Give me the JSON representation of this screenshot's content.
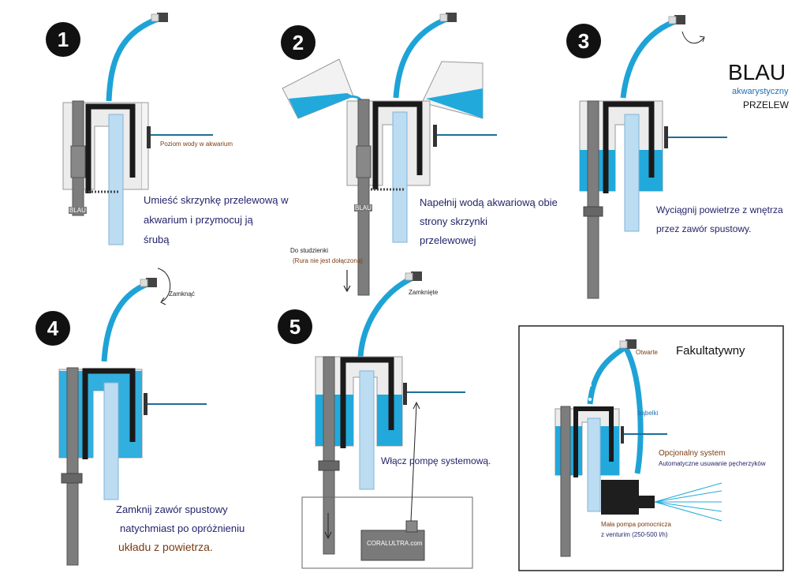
{
  "brand": {
    "name": "BLAU",
    "subtitle": "akwarystyczny",
    "product": "PRZELEW"
  },
  "steps": [
    {
      "number": "1",
      "caption": [
        "Umieść skrzynkę przelewową w",
        "akwarium i przymocuj ją",
        "śrubą"
      ],
      "label": "Poziom wody w akwarium",
      "tag": "BLAU"
    },
    {
      "number": "2",
      "caption": [
        "Napełnij wodą akwariową obie",
        "strony skrzynki",
        "przelewowej"
      ],
      "label_drain": "Do studzienki",
      "label_pipe": "(Rura nie jest dołączona)",
      "tag": "BLAU"
    },
    {
      "number": "3",
      "caption": [
        "Wyciągnij powietrze z wnętrza",
        "przez zawór spustowy."
      ]
    },
    {
      "number": "4",
      "caption": [
        "Zamknij zawór spustowy",
        "natychmiast po opróżnieniu",
        "układu z powietrza."
      ],
      "label_valve": "Zamknąć"
    },
    {
      "number": "5",
      "caption": [
        "Włącz pompę systemową."
      ],
      "label_valve": "Zamknięte",
      "pump_label": "CORALULTRA.com"
    }
  ],
  "optional": {
    "title": "Fakultatywny",
    "valve_label": "Otwarte",
    "bubbles_label": "bąbelki",
    "system_title": "Opcjonalny system",
    "system_desc": "Automatyczne usuwanie pęcherzyków",
    "pump_title": "Mała pompa pomocnicza",
    "pump_desc": "z venturim (250-500 l/h)"
  },
  "colors": {
    "water": "#21a9dc",
    "hose": "#1ea3d6",
    "pipe": "#7d7d7d",
    "tube": "#bcdcf2",
    "box": "#e8e8e8",
    "navy": "#24246b",
    "brown": "#7a3b12"
  },
  "icons": [
    "rotate-arrow-icon",
    "curved-arrow-icon",
    "down-arrow-icon",
    "up-arrow-icon",
    "valve-icon"
  ]
}
